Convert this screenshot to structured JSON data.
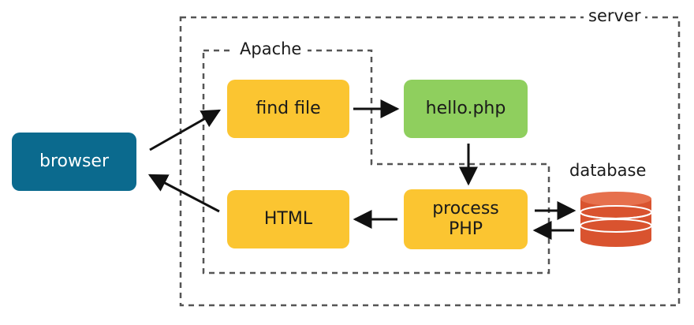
{
  "colors": {
    "browser": "#0b6a8e",
    "apache_box": "#fbc531",
    "php_file": "#8fcf5e",
    "database": "#d9532f",
    "line": "#111111",
    "dashed": "#555555"
  },
  "labels": {
    "server": "server",
    "apache": "Apache",
    "database": "database"
  },
  "nodes": {
    "browser": "browser",
    "find_file": "find file",
    "hello_php": "hello.php",
    "process_php_line1": "process",
    "process_php_line2": "PHP",
    "html": "HTML"
  }
}
